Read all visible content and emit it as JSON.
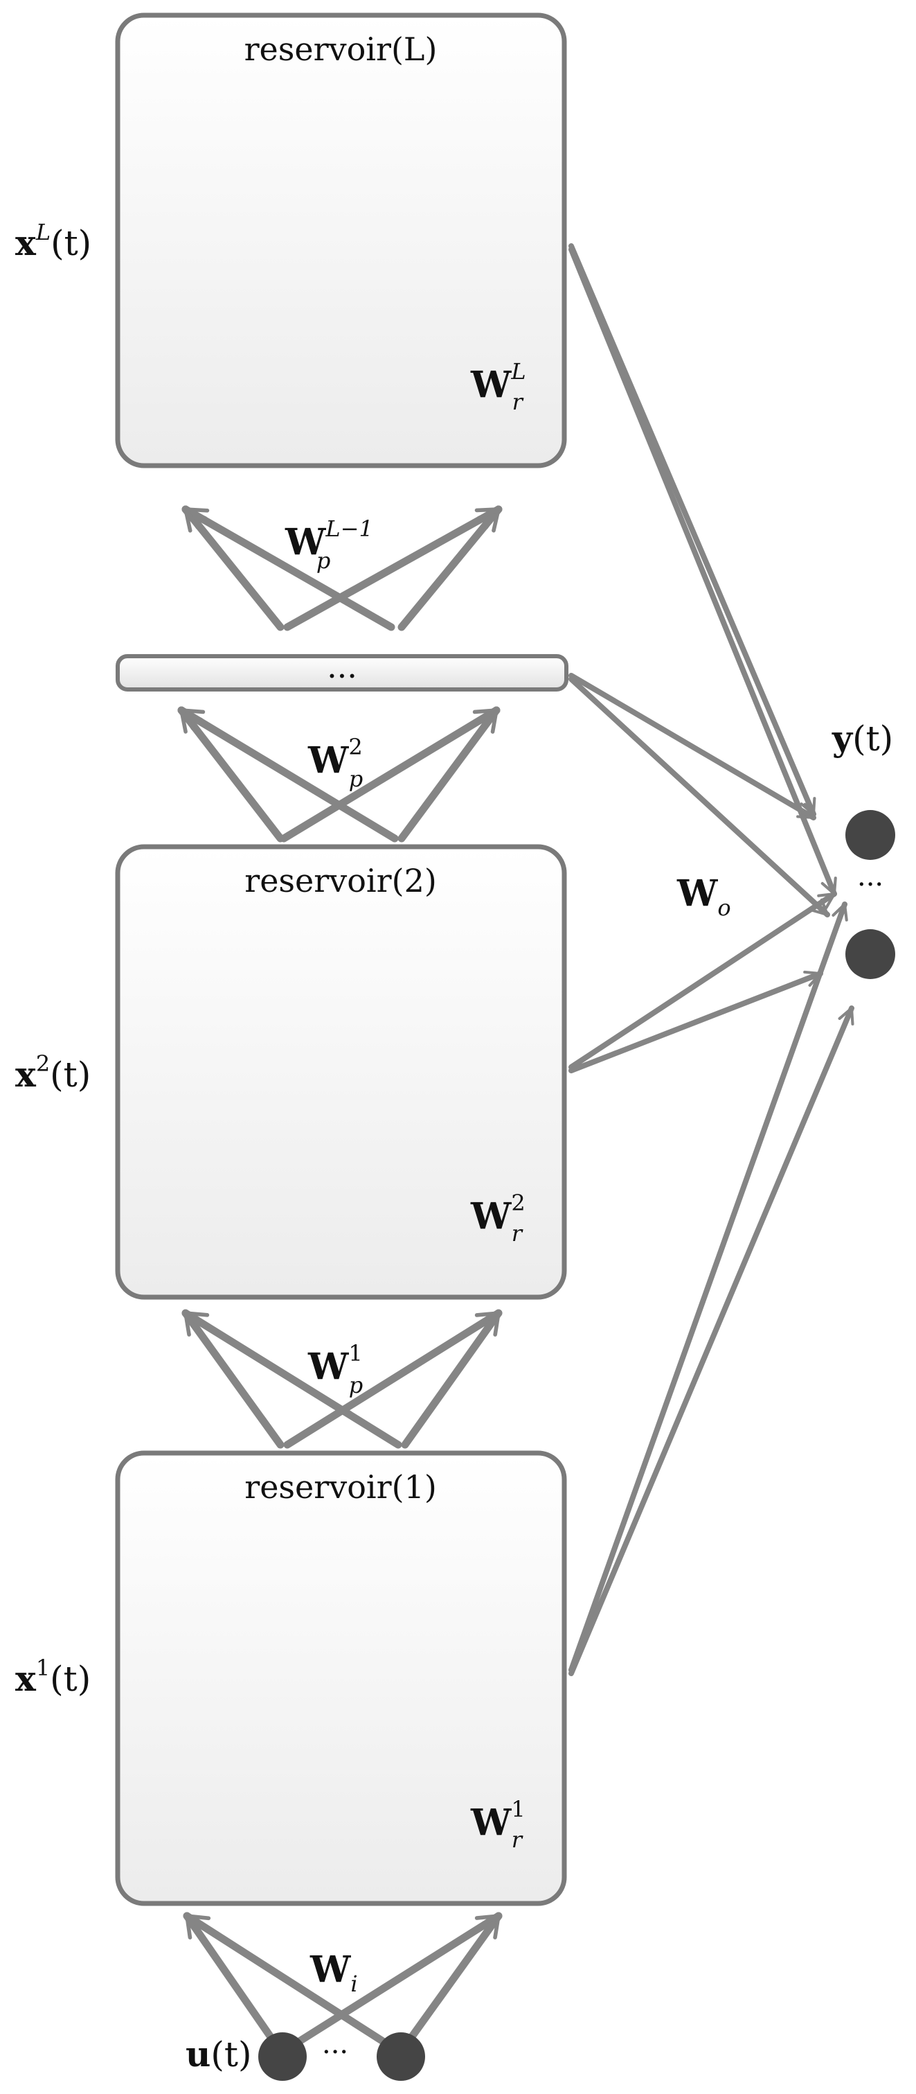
{
  "reservoirs": [
    {
      "title": "reservoir(L)",
      "state_base": "x",
      "state_sup": "L",
      "state_arg": "(t)",
      "matrix_base": "W",
      "matrix_sub": "r",
      "matrix_sup": "L"
    },
    {
      "title": "reservoir(2)",
      "state_base": "x",
      "state_sup": "2",
      "state_arg": "(t)",
      "matrix_base": "W",
      "matrix_sub": "r",
      "matrix_sup": "2"
    },
    {
      "title": "reservoir(1)",
      "state_base": "x",
      "state_sup": "1",
      "state_arg": "(t)",
      "matrix_base": "W",
      "matrix_sub": "r",
      "matrix_sup": "1"
    }
  ],
  "middle_bar": {
    "label": "..."
  },
  "projections": [
    {
      "base": "W",
      "sub": "p",
      "sup": "L−1"
    },
    {
      "base": "W",
      "sub": "p",
      "sup": "2"
    },
    {
      "base": "W",
      "sub": "p",
      "sup": "1"
    }
  ],
  "input": {
    "base": "u",
    "arg": "(t)",
    "ellipsis": "···",
    "matrix_base": "W",
    "matrix_sub": "i"
  },
  "output": {
    "base": "y",
    "arg": "(t)",
    "ellipsis": "···",
    "matrix_base": "W",
    "matrix_sub": "o"
  },
  "colors": {
    "node": "#454545",
    "edge": "#858585",
    "box_stroke": "#7a7a7a"
  }
}
